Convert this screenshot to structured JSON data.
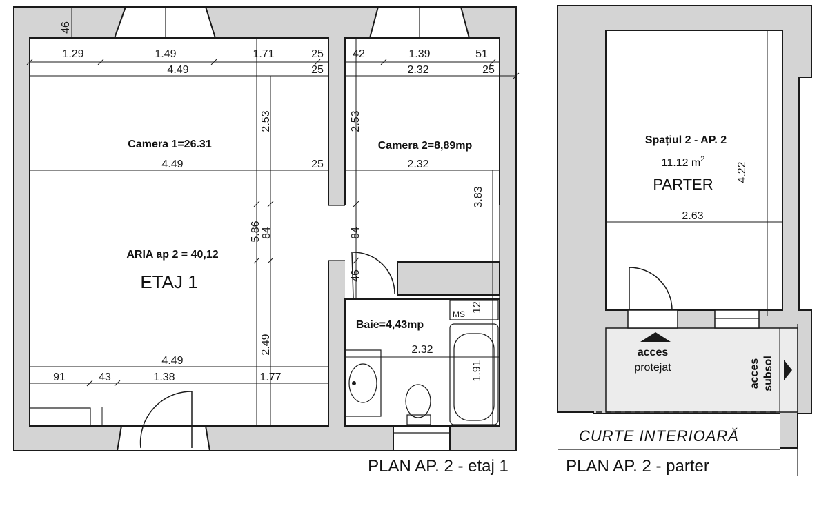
{
  "plan_etaj": {
    "caption": "PLAN AP. 2 - etaj 1",
    "rooms": {
      "camera1": "Camera 1=26.31",
      "camera2": "Camera 2=8,89mp",
      "baie": "Baie=4,43mp",
      "aria": "ARIA ap 2 = 40,12",
      "etaj": "ETAJ 1",
      "ms": "MS"
    },
    "dims": {
      "d46": "46",
      "d129": "1.29",
      "d149": "1.49",
      "d171": "1.71",
      "d25a": "25",
      "d42": "42",
      "d139": "1.39",
      "d51": "51",
      "d449a": "4.49",
      "d25b": "25",
      "d232a": "2.32",
      "d25c": "25",
      "d253a": "2.53",
      "d253b": "2.53",
      "d449b": "4.49",
      "d25d": "25",
      "d232b": "2.32",
      "d383": "3.83",
      "d586": "5.86",
      "d84a": "84",
      "d84b": "84",
      "d46b": "46",
      "d12": "12",
      "d232c": "2.32",
      "d249": "2.49",
      "d191": "1.91",
      "d449c": "4.49",
      "d91": "91",
      "d43": "43",
      "d138": "1.38",
      "d177": "1.77"
    }
  },
  "plan_parter": {
    "caption": "PLAN AP. 2 - parter",
    "room_title": "Spațiul 2 - AP. 2",
    "room_area": "11.12 m",
    "room_area_sup": "2",
    "room_level": "PARTER",
    "dim_422": "4.22",
    "dim_263": "2.63",
    "acces1": "acces",
    "acces1_sub": "protejat",
    "acces2": "acces",
    "acces2_sub": "subsol",
    "curte": "CURTE  INTERIOARĂ"
  },
  "colors": {
    "wall": "#d4d4d4",
    "line": "#1a1a1a"
  }
}
